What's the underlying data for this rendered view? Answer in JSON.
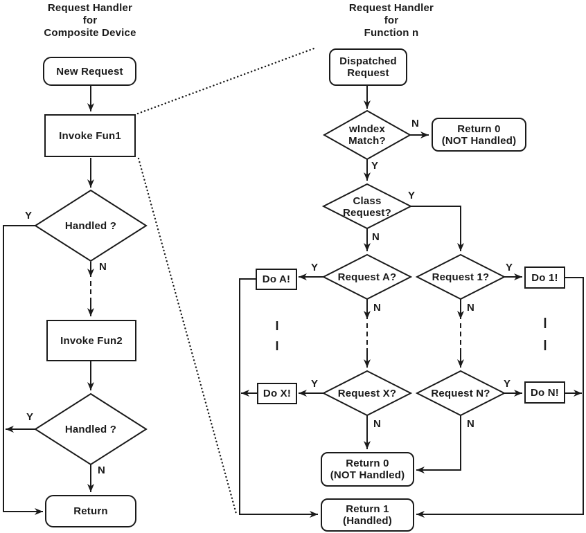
{
  "page": {
    "background": "#ffffff",
    "ink": "#1a1a1a"
  },
  "left_chart": {
    "title": "Request Handler\nfor\nComposite Device",
    "nodes": {
      "new_request": "New Request",
      "invoke_fun1": "Invoke Fun1",
      "handled_1": "Handled ?",
      "invoke_fun2": "Invoke Fun2",
      "handled_2": "Handled ?",
      "return": "Return"
    }
  },
  "right_chart": {
    "title": "Request Handler\nfor\nFunction n",
    "nodes": {
      "dispatched_request": "Dispatched\nRequest",
      "windex_match": "wIndex\nMatch?",
      "return_0_top": "Return 0\n(NOT Handled)",
      "class_request": "Class\nRequest?",
      "request_a": "Request A?",
      "request_1": "Request 1?",
      "request_x": "Request X?",
      "request_n": "Request N?",
      "do_a": "Do A!",
      "do_1": "Do 1!",
      "do_x": "Do X!",
      "do_n": "Do N!",
      "return_0_bottom": "Return 0\n(NOT Handled)",
      "return_1": "Return 1\n(Handled)"
    }
  },
  "branch_labels": {
    "yes": "Y",
    "no": "N"
  }
}
